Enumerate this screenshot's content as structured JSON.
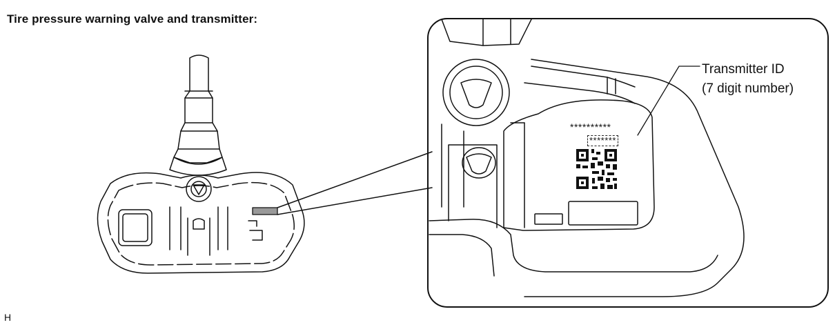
{
  "diagram": {
    "title": "Tire pressure warning valve and transmitter:",
    "callout_label_line1": "Transmitter ID",
    "callout_label_line2": "(7 digit number)",
    "label_serial": "**********",
    "label_id": "*******",
    "corner_mark": "H"
  },
  "colors": {
    "line": "#111111",
    "tag_highlight": "#999999",
    "background": "#ffffff"
  }
}
